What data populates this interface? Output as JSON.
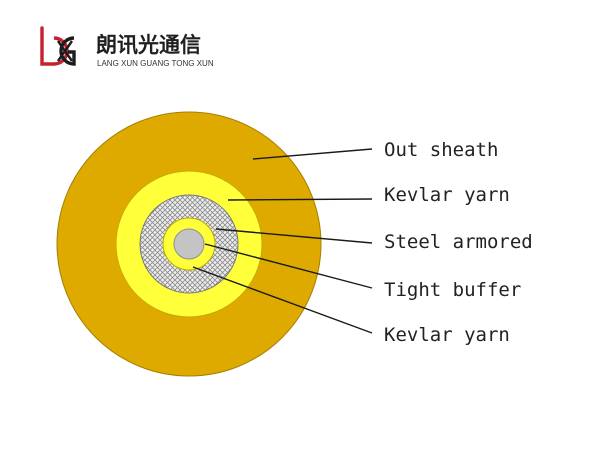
{
  "brand": {
    "name_cn": "朗讯光通信",
    "name_en": "LANG XUN GUANG TONG XUN",
    "logo_colors": {
      "primary": "#c8202f",
      "secondary": "#1d1d1d"
    }
  },
  "diagram": {
    "layers": [
      {
        "id": "out-sheath",
        "label": "Out sheath",
        "color": "#deaa00"
      },
      {
        "id": "kevlar-outer",
        "label": "Kevlar yarn",
        "color": "#ffff3a"
      },
      {
        "id": "steel-armored",
        "label": "Steel armored",
        "color": "#cfcfcf"
      },
      {
        "id": "tight-buffer",
        "label": "Tight buffer",
        "color": "#ffff3a"
      },
      {
        "id": "kevlar-inner",
        "label": "Kevlar yarn",
        "color": "#c4c4c4"
      }
    ]
  }
}
